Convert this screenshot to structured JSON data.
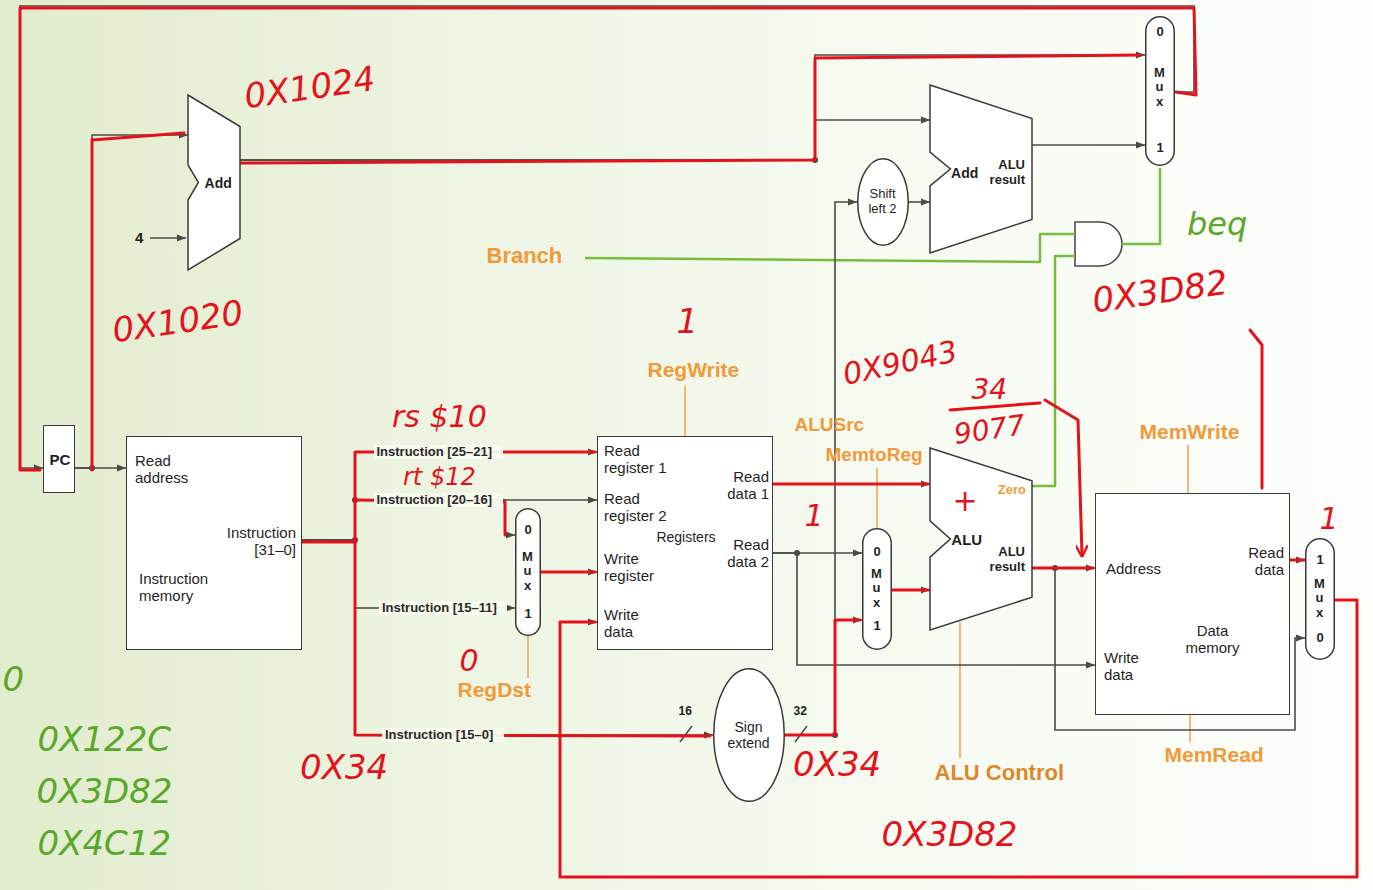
{
  "diagram": {
    "nodes": [
      {
        "text": [
          "PC"
        ]
      },
      {
        "text": [
          "Add"
        ]
      },
      {
        "text": [
          "Read address",
          "Instruction [31–0]",
          "Instruction memory"
        ]
      },
      {
        "text": [
          "Read register 1",
          "Read register 2",
          "Write register",
          "Write data",
          "Registers",
          "Read data 1",
          "Read data 2"
        ]
      },
      {
        "text": [
          "0",
          "M u x",
          "1"
        ]
      },
      {
        "text": [
          "Sign extend"
        ]
      },
      {
        "text": [
          "Shift left 2"
        ]
      },
      {
        "text": [
          "Add",
          "ALU result"
        ]
      },
      {
        "text": [
          "0",
          "M u x",
          "1"
        ]
      },
      {
        "text": [
          "0",
          "M u x",
          "1"
        ]
      },
      {
        "text": [
          "ALU",
          "Zero",
          "ALU result"
        ]
      },
      {
        "text": [
          "Address",
          "Write data",
          "Read data",
          "Data memory"
        ]
      },
      {
        "text": [
          "1",
          "M u x",
          "0"
        ]
      }
    ],
    "edges": [
      {
        "from": 0,
        "to": 2,
        "arrow": "to"
      },
      {
        "from": 0,
        "to": 1,
        "arrow": "to"
      },
      {
        "from": 1,
        "to": 8,
        "arrow": "to"
      },
      {
        "from": 8,
        "to": 0,
        "arrow": "to"
      },
      {
        "from": 2,
        "to": 3,
        "label": "Instruction [25–21]",
        "arrow": "to"
      },
      {
        "from": 2,
        "to": 3,
        "label": "Instruction [20–16]",
        "arrow": "to"
      },
      {
        "from": 2,
        "to": 4,
        "label": "Instruction [15–11]",
        "arrow": "to"
      },
      {
        "from": 2,
        "to": 4,
        "arrow": "to"
      },
      {
        "from": 4,
        "to": 3,
        "arrow": "to"
      },
      {
        "from": 2,
        "to": 5,
        "label": "Instruction [15–0]",
        "arrow": "to"
      },
      {
        "from": 5,
        "to": 9,
        "arrow": "to"
      },
      {
        "from": 5,
        "to": 6,
        "arrow": "to"
      },
      {
        "from": 6,
        "to": 7,
        "arrow": "to"
      },
      {
        "from": 1,
        "to": 7,
        "arrow": "to"
      },
      {
        "from": 7,
        "to": 8,
        "arrow": "to"
      },
      {
        "from": 3,
        "to": 10,
        "arrow": "to"
      },
      {
        "from": 3,
        "to": 9,
        "arrow": "to"
      },
      {
        "from": 3,
        "to": 11,
        "arrow": "to"
      },
      {
        "from": 9,
        "to": 10,
        "arrow": "to"
      },
      {
        "from": 10,
        "to": 11,
        "arrow": "to"
      },
      {
        "from": 10,
        "to": 12,
        "arrow": "to"
      },
      {
        "from": 11,
        "to": 12,
        "arrow": "to"
      },
      {
        "from": 12,
        "to": 3,
        "arrow": "to"
      }
    ],
    "labels": [
      "4",
      "Branch",
      "RegWrite",
      "ALUSrc",
      "MemtoReg",
      "MemWrite",
      "MemRead",
      "RegDst",
      "ALU Control",
      "16",
      "32",
      "0X1024",
      "0X1020",
      "rs $10",
      "rt $12",
      "1",
      "0X9043",
      "34",
      "9077",
      "0X3D82",
      "beq",
      "1",
      "1",
      "+",
      "0",
      "0X34",
      "0X34",
      "0X3D82",
      "0X122C",
      "0X3D82",
      "0X4C12",
      "0"
    ]
  }
}
